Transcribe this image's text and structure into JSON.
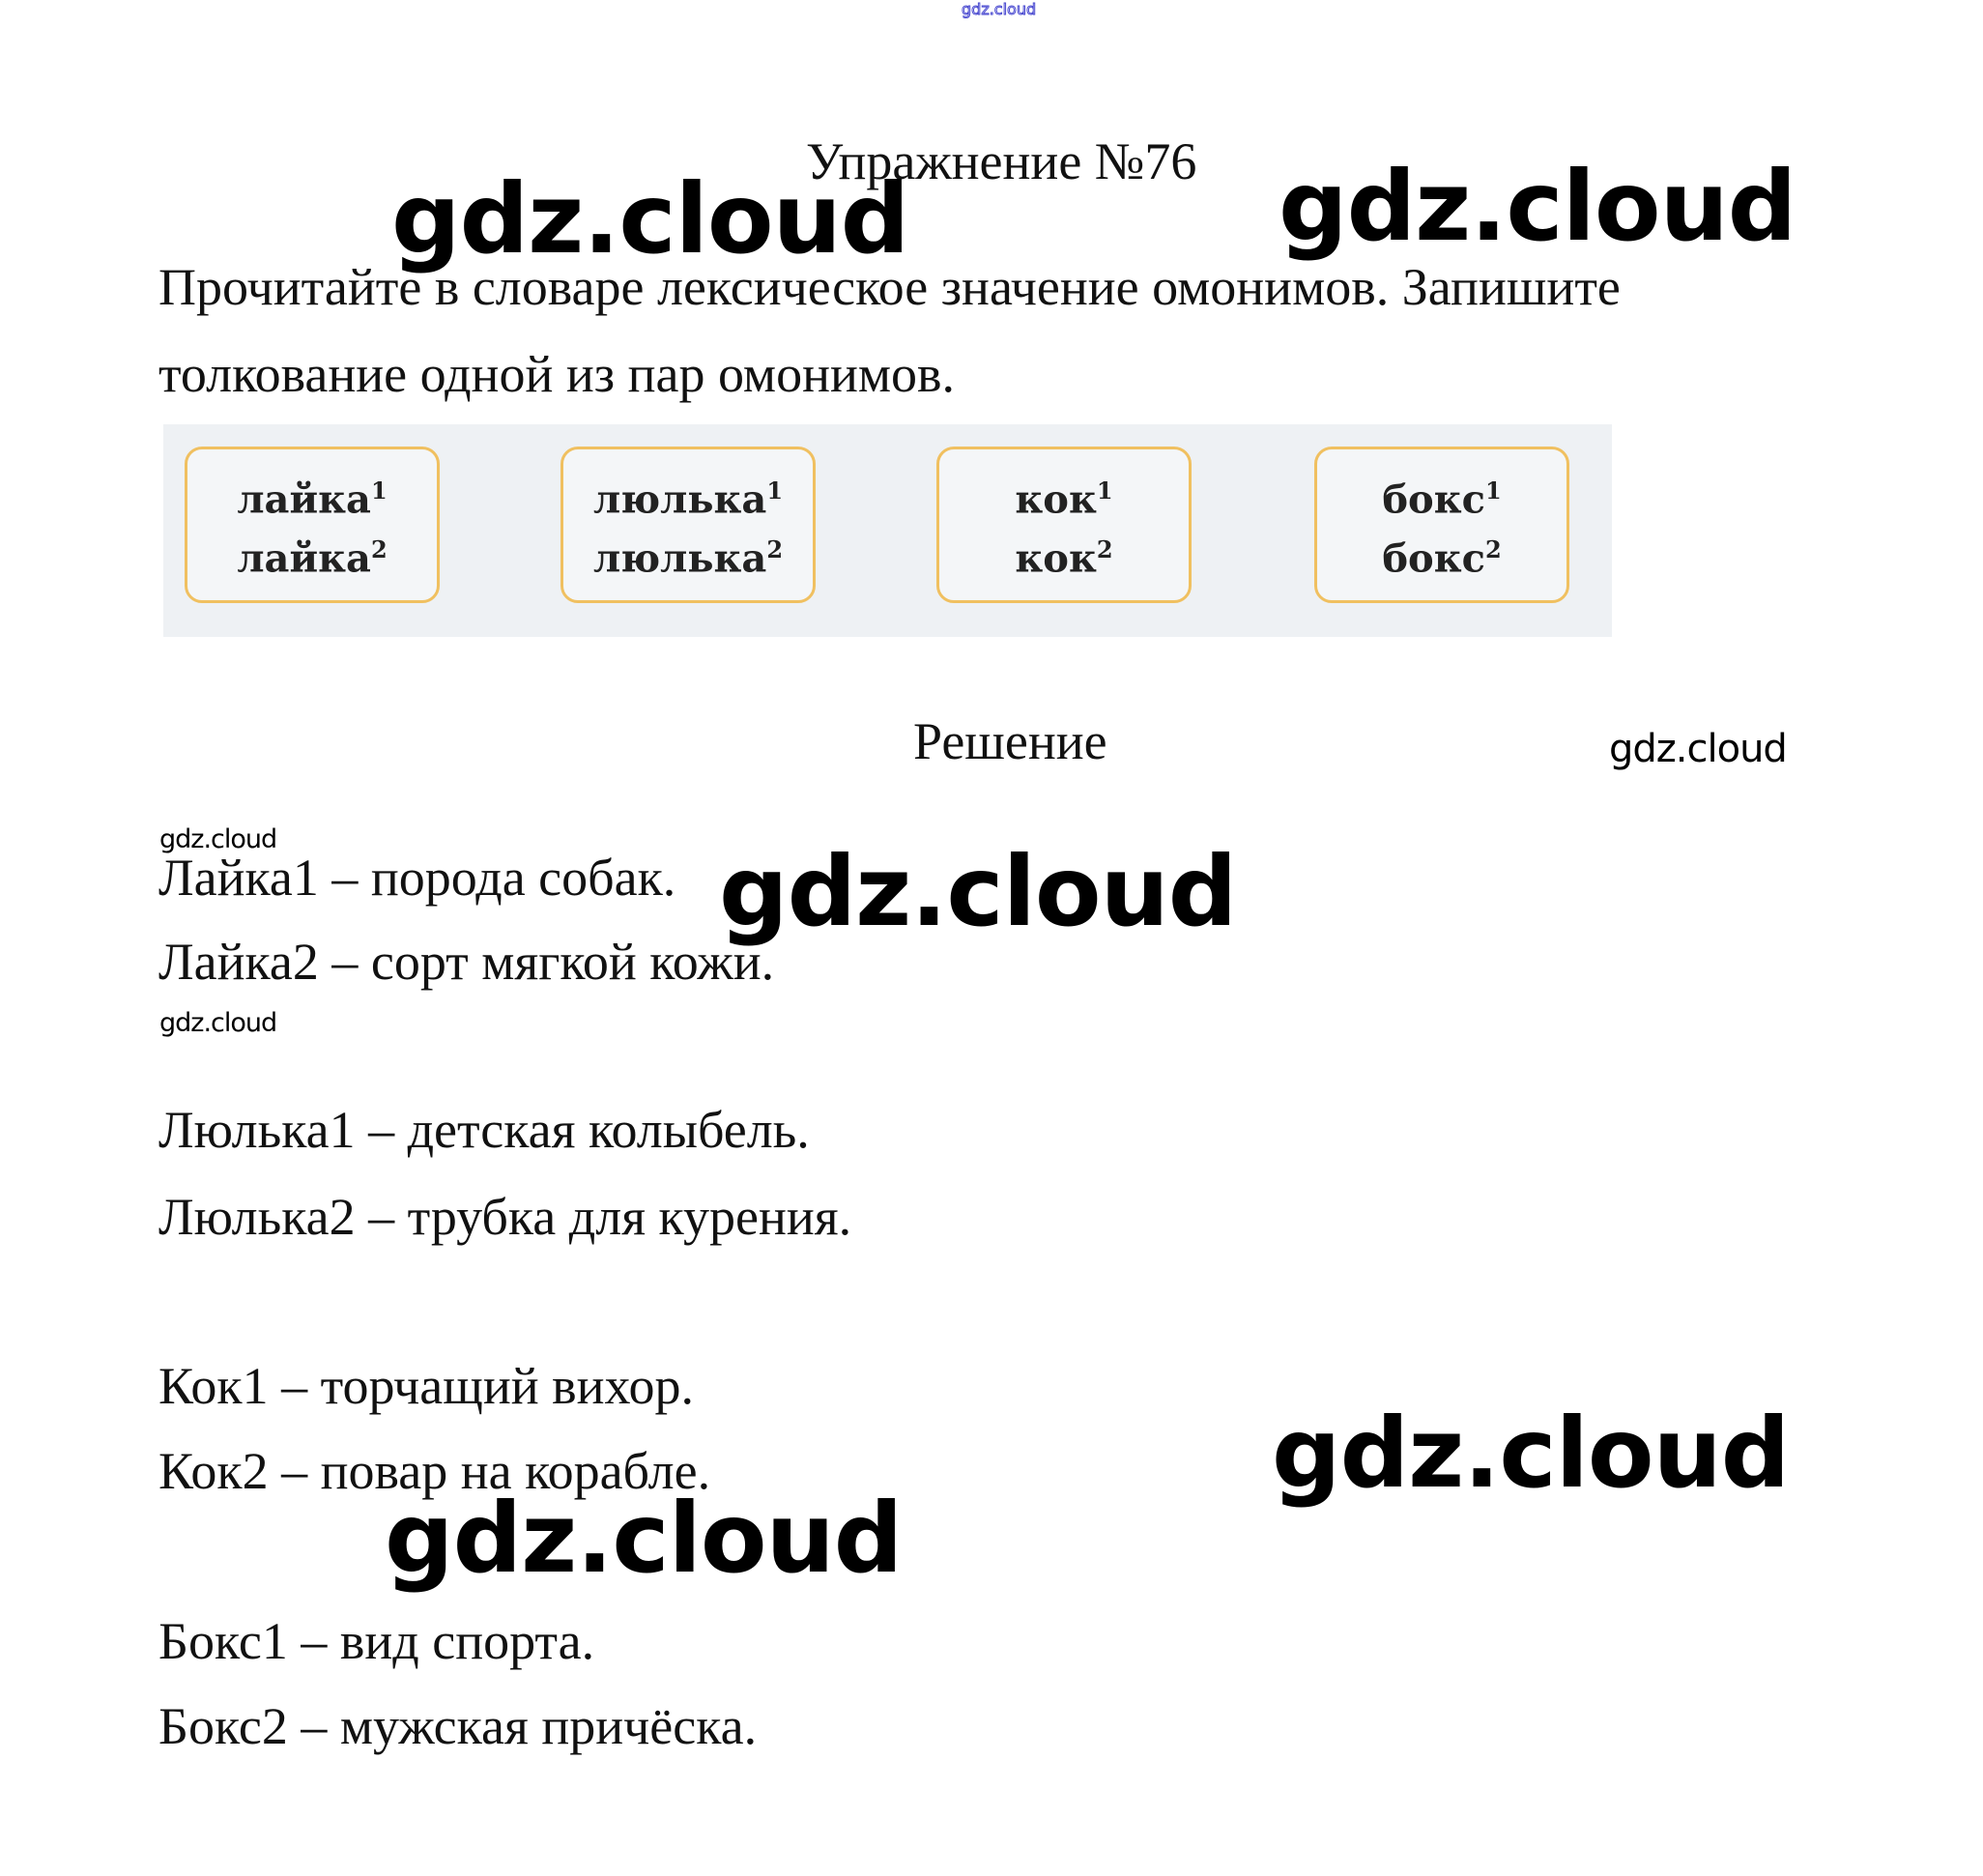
{
  "top_watermark": "gdz.cloud",
  "title": "Упражнение №76",
  "task": {
    "line1": "Прочитайте в словаре лексическое значение омонимов. Запишите",
    "line2": "толкование одной из пар омонимов."
  },
  "homonym_boxes": [
    {
      "word1": "лайка",
      "sup1": "1",
      "word2": "лайка",
      "sup2": "2"
    },
    {
      "word1": "люлька",
      "sup1": "1",
      "word2": "люлька",
      "sup2": "2"
    },
    {
      "word1": "кок",
      "sup1": "1",
      "word2": "кок",
      "sup2": "2"
    },
    {
      "word1": "бокс",
      "sup1": "1",
      "word2": "бокс",
      "sup2": "2"
    }
  ],
  "solution_heading": "Решение",
  "answers": [
    "Лайка1 – порода собак.",
    "Лайка2 – сорт мягкой кожи.",
    "Люлька1 – детская колыбель.",
    "Люлька2 – трубка для курения.",
    "Кок1 – торчащий вихор.",
    "Кок2 – повар на корабле.",
    "Бокс1 – вид спорта.",
    "Бокс2 – мужская причёска."
  ],
  "watermarks": [
    "gdz.cloud",
    "gdz.cloud",
    "gdz.cloud",
    "gdz.cloud",
    "gdz.cloud",
    "gdz.cloud",
    "gdz.cloud",
    "gdz.cloud"
  ]
}
